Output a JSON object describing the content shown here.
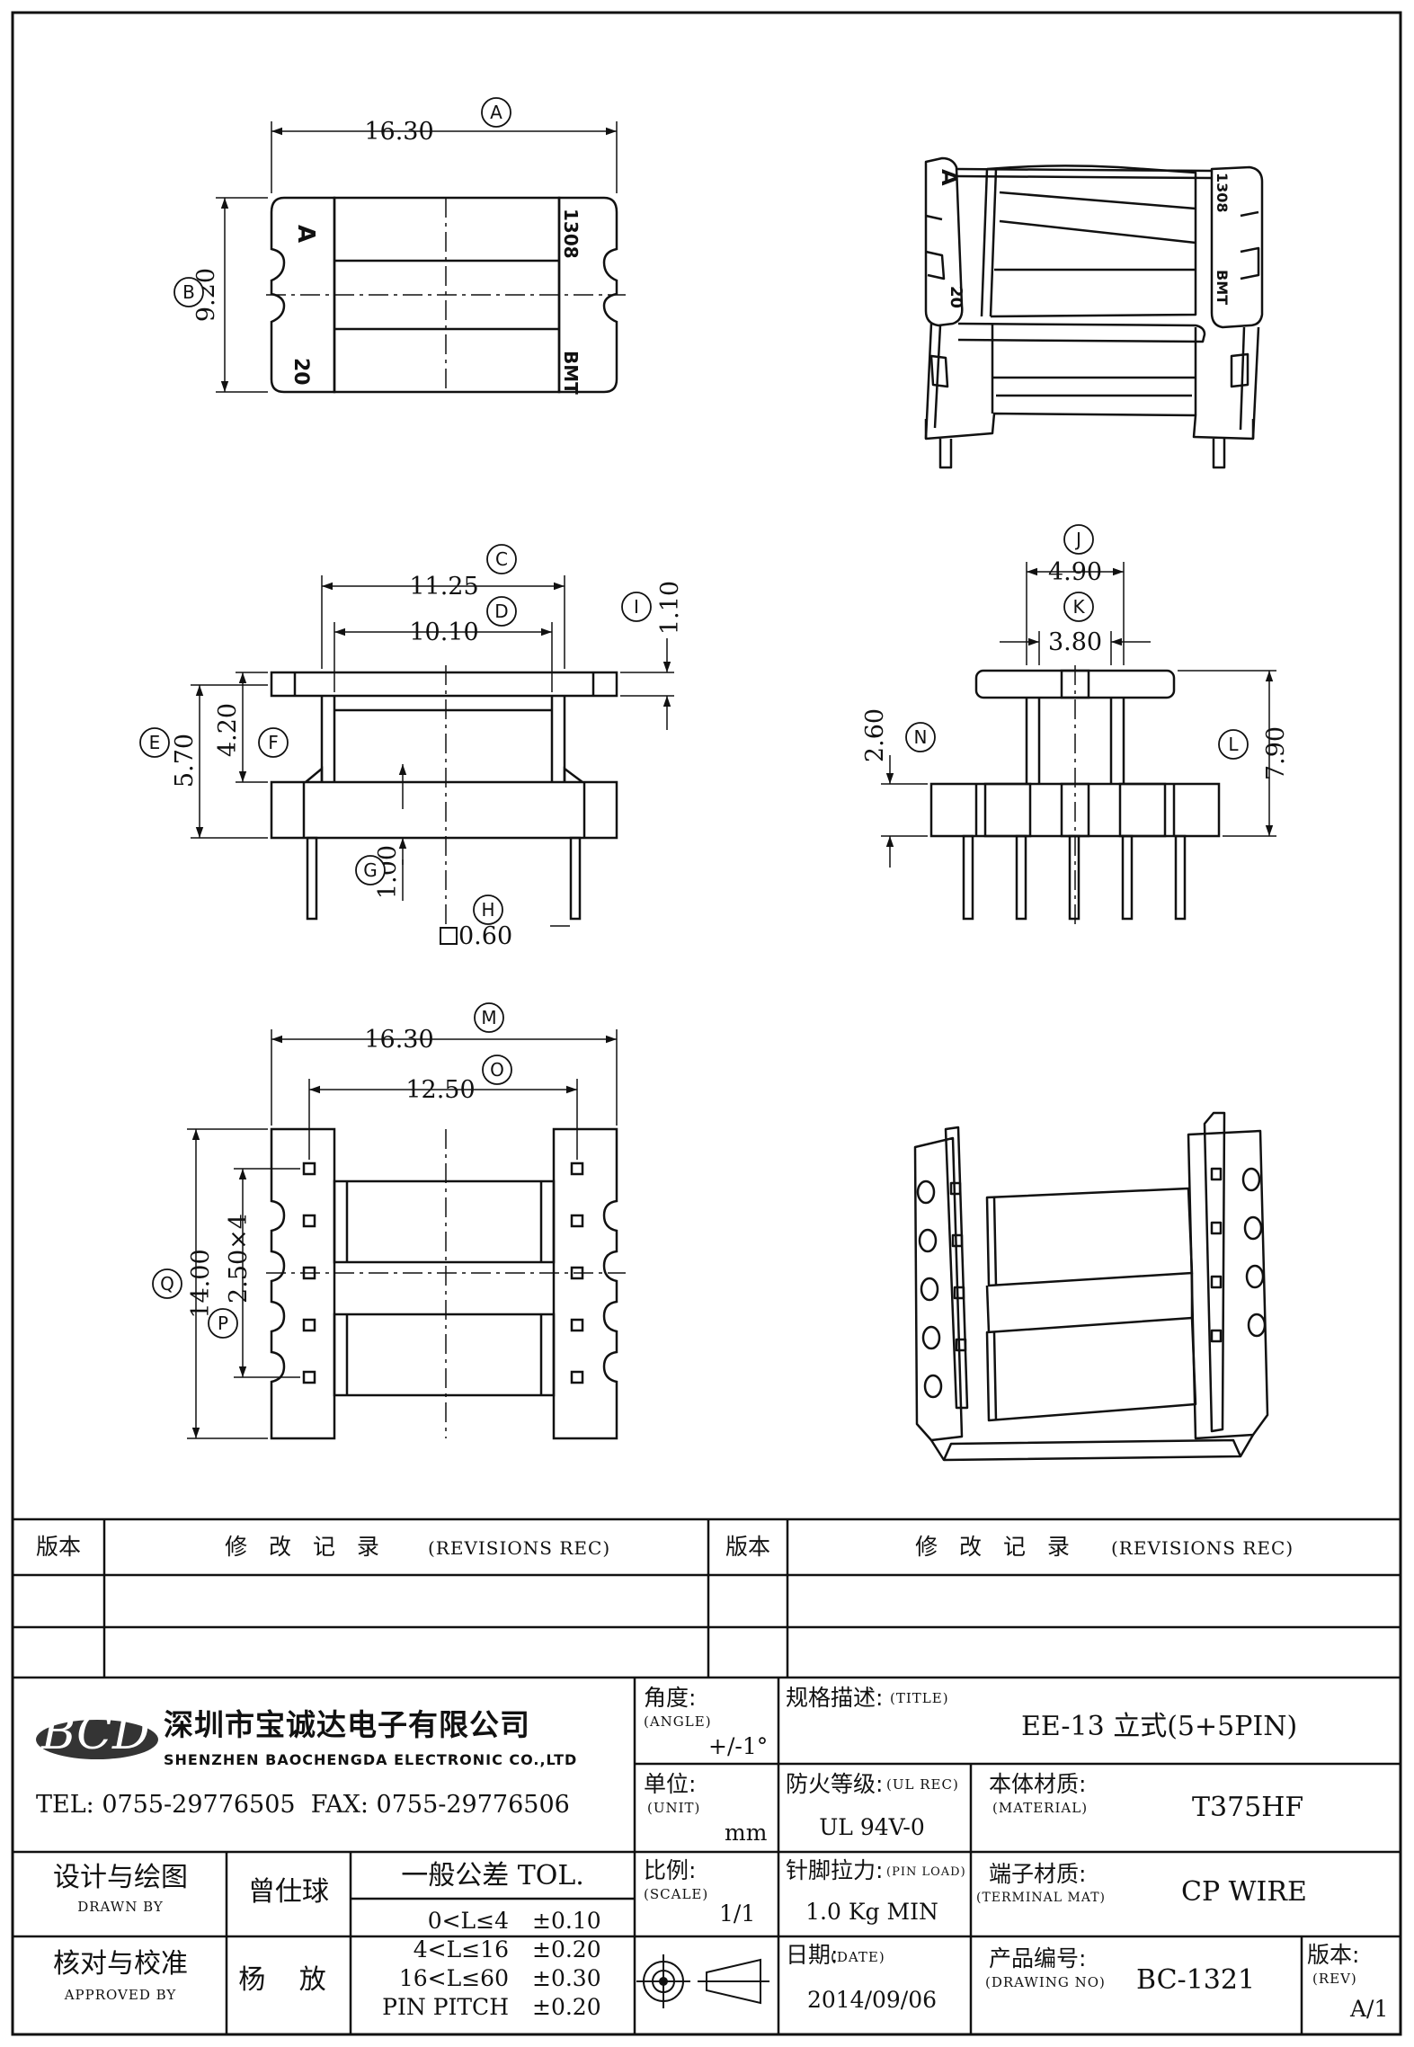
{
  "drawing": {
    "dims": {
      "A": "16.30",
      "B": "9.20",
      "C": "11.25",
      "D": "10.10",
      "E": "5.70",
      "F": "4.20",
      "G": "1.00",
      "H": "0.60",
      "I": "1.10",
      "J": "4.90",
      "K": "3.80",
      "L": "7.90",
      "N": "2.60",
      "M": "16.30",
      "O": "12.50",
      "P": "2.50×4",
      "Q": "14.00"
    },
    "callouts": [
      "A",
      "B",
      "C",
      "D",
      "E",
      "F",
      "G",
      "H",
      "I",
      "J",
      "K",
      "L",
      "M",
      "N",
      "O",
      "P",
      "Q"
    ],
    "part_marks": {
      "letter": "A",
      "code": "1308",
      "num": "20",
      "brand": "BMT"
    }
  },
  "titleblock": {
    "revisions": {
      "ver_label": "版本",
      "rec_label": "修 改 记 录",
      "rec_en": "(REVISIONS REC)"
    },
    "company": {
      "logo": "BCD",
      "name_cn": "深圳市宝诚达电子有限公司",
      "name_en": "SHENZHEN BAOCHENGDA ELECTRONIC CO.,LTD",
      "contact": "TEL: 0755-29776505  FAX: 0755-29776506"
    },
    "angle": {
      "label": "角度:",
      "en": "(ANGLE)",
      "value": "+/-1°"
    },
    "title": {
      "label": "规格描述:",
      "en": "(TITLE)",
      "value": "EE-13 立式(5+5PIN)"
    },
    "unit": {
      "label": "单位:",
      "en": "(UNIT)",
      "value": "mm"
    },
    "ul": {
      "label": "防火等级:",
      "en": "(UL REC)",
      "value": "UL 94V-0"
    },
    "material": {
      "label": "本体材质:",
      "en": "(MATERIAL)",
      "value": "T375HF"
    },
    "drawn": {
      "label": "设计与绘图",
      "en": "DRAWN BY",
      "name": "曾仕球"
    },
    "approved": {
      "label": "核对与校准",
      "en": "APPROVED BY",
      "name": "杨 放"
    },
    "tolerance": {
      "title": "一般公差 TOL.",
      "rows": [
        {
          "range": "0<L≤4",
          "tol": "±0.10"
        },
        {
          "range": "4<L≤16",
          "tol": "±0.20"
        },
        {
          "range": "16<L≤60",
          "tol": "±0.30"
        },
        {
          "range": "PIN PITCH",
          "tol": "±0.20"
        }
      ]
    },
    "scale": {
      "label": "比例:",
      "en": "(SCALE)",
      "value": "1/1"
    },
    "pin_load": {
      "label": "针脚拉力:",
      "en": "(PIN LOAD)",
      "value": "1.0 Kg MIN"
    },
    "terminal": {
      "label": "端子材质:",
      "en": "(TERMINAL MAT)",
      "value": "CP WIRE"
    },
    "date": {
      "label": "日期:",
      "en": "(DATE)",
      "value": "2014/09/06"
    },
    "drawing_no": {
      "label": "产品编号:",
      "en": "(DRAWING NO)",
      "value": "BC-1321"
    },
    "rev": {
      "label": "版本:",
      "en": "(REV)",
      "value": "A/1"
    }
  }
}
